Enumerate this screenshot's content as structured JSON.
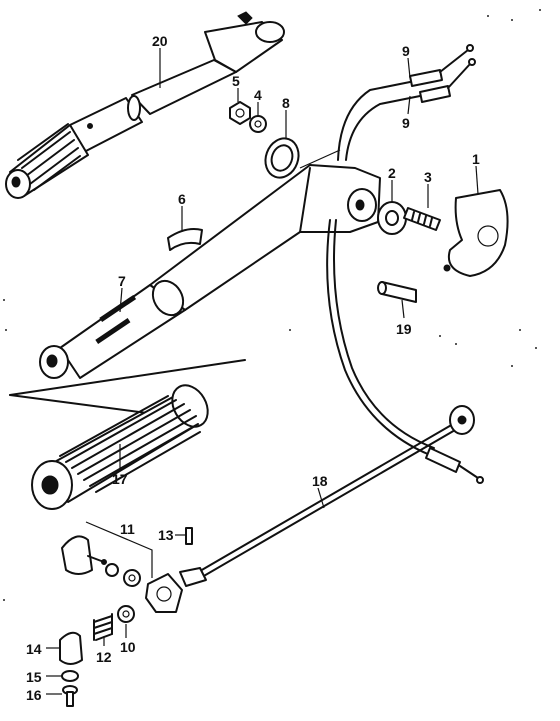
{
  "diagram": {
    "callouts": [
      {
        "id": "c1",
        "label": "1"
      },
      {
        "id": "c2",
        "label": "2"
      },
      {
        "id": "c3",
        "label": "3"
      },
      {
        "id": "c4",
        "label": "4"
      },
      {
        "id": "c5",
        "label": "5"
      },
      {
        "id": "c6",
        "label": "6"
      },
      {
        "id": "c7",
        "label": "7"
      },
      {
        "id": "c8",
        "label": "8"
      },
      {
        "id": "c9a",
        "label": "9"
      },
      {
        "id": "c9b",
        "label": "9"
      },
      {
        "id": "c10",
        "label": "10"
      },
      {
        "id": "c11",
        "label": "11"
      },
      {
        "id": "c12",
        "label": "12"
      },
      {
        "id": "c13",
        "label": "13"
      },
      {
        "id": "c14",
        "label": "14"
      },
      {
        "id": "c15",
        "label": "15"
      },
      {
        "id": "c16",
        "label": "16"
      },
      {
        "id": "c17",
        "label": "17"
      },
      {
        "id": "c18",
        "label": "18"
      },
      {
        "id": "c19",
        "label": "19"
      },
      {
        "id": "c20",
        "label": "20"
      }
    ],
    "colors": {
      "ink": "#111111",
      "paper": "#ffffff"
    }
  }
}
